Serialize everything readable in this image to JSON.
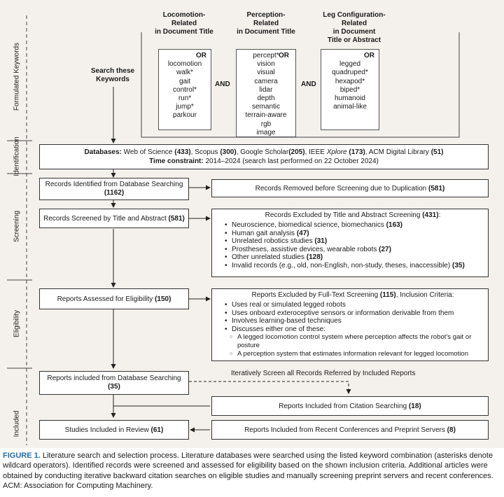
{
  "stages": {
    "keywords": "Formulated Keywords",
    "identification": "Identification",
    "screening": "Screening",
    "eligibility": "Eligibility",
    "included": "Included"
  },
  "keywords": {
    "search_label": "Search these Keywords",
    "locomotion": {
      "title": "Locomotion-\nRelated\nin Document Title",
      "or": "OR",
      "terms": [
        "locomotion",
        "walk*",
        "gait",
        "control*",
        "run*",
        "jump*",
        "parkour"
      ]
    },
    "perception": {
      "title": "Perception-\nRelated\nin Document Title",
      "or": "OR",
      "terms": [
        "percept*",
        "vision",
        "visual",
        "camera",
        "lidar",
        "depth",
        "semantic",
        "terrain-aware",
        "rgb",
        "image"
      ]
    },
    "leg": {
      "title": "Leg Configuration-\nRelated\nin Document\nTitle or Abstract",
      "or": "OR",
      "terms": [
        "legged",
        "quadruped*",
        "hexapod*",
        "biped*",
        "humanoid",
        "animal-like"
      ]
    },
    "and1": "AND",
    "and2": "AND"
  },
  "databases": {
    "label": "Databases:",
    "wos": "Web of Science",
    "wos_n": "(433)",
    "scopus": "Scopus",
    "scopus_n": "(300)",
    "gs": "Google Scholar",
    "gs_n": "(205)",
    "ieee": "IEEE",
    "xplore": "Xplore",
    "ieee_n": "(173)",
    "acm": "ACM Digital Library",
    "acm_n": "(51)",
    "time_label": "Time constraint:",
    "time_value": "2014–2024 (search last performed on 22 October 2024)"
  },
  "identified": {
    "text": "Records Identified from Database Searching",
    "n": "(1162)"
  },
  "removed": {
    "text": "Records Removed before Screening due to Duplication",
    "n": "(581)"
  },
  "screened": {
    "text": "Records Screened by Title and Abstract",
    "n": "(581)"
  },
  "excluded_ta": {
    "title": "Records Excluded by Title and Abstract Screening",
    "title_n": "(431)",
    "title_suffix": ":",
    "items": [
      {
        "text": "Neuroscience, biomedical science, biomechanics",
        "n": "(163)"
      },
      {
        "text": "Human gait analysis",
        "n": "(47)"
      },
      {
        "text": "Unrelated robotics studies",
        "n": "(31)"
      },
      {
        "text": "Prostheses, assistive devices, wearable robots",
        "n": "(27)"
      },
      {
        "text": "Other unrelated studies",
        "n": "(128)"
      },
      {
        "text": "Invalid records (e.g., old, non-English, non-study, theses, inaccessible)",
        "n": "(35)"
      }
    ]
  },
  "assessed": {
    "text": "Reports Assessed for Eligibility",
    "n": "(150)"
  },
  "excluded_ft": {
    "title": "Reports Excluded by Full-Text Screening",
    "title_n": "(115)",
    "title_suffix": ", Inclusion Criteria:",
    "items": [
      "Uses real or simulated legged robots",
      "Uses onboard exteroceptive sensors or information derivable from them",
      "Involves learning-based techniques",
      "Discusses either one of these:"
    ],
    "subitems": [
      "A legged locomotion control system where perception affects the robot's gait or posture",
      "A perception system that estimates information relevant for legged locomotion"
    ]
  },
  "included_db": {
    "text": "Reports included from Database Searching",
    "n": "(35)"
  },
  "iterative_label": "Iteratively Screen all Records Referred by Included Reports",
  "citation": {
    "text": "Reports Included from Citation Searching",
    "n": "(18)"
  },
  "review": {
    "text": "Studies Included in Review",
    "n": "(61)"
  },
  "conferences": {
    "text": "Reports Included from Recent Conferences and Preprint Servers",
    "n": "(8)"
  },
  "caption": {
    "label": "FIGURE 1.",
    "text": " Literature search and selection process. Literature databases were searched using the listed keyword combination (asterisks denote wildcard operators). Identified records were screened and assessed for eligibility based on the shown inclusion criteria. Additional articles were obtained by conducting iterative backward citation searches on eligible studies and manually screening preprint servers and recent conferences. ACM: Association for Computing Machinery."
  }
}
